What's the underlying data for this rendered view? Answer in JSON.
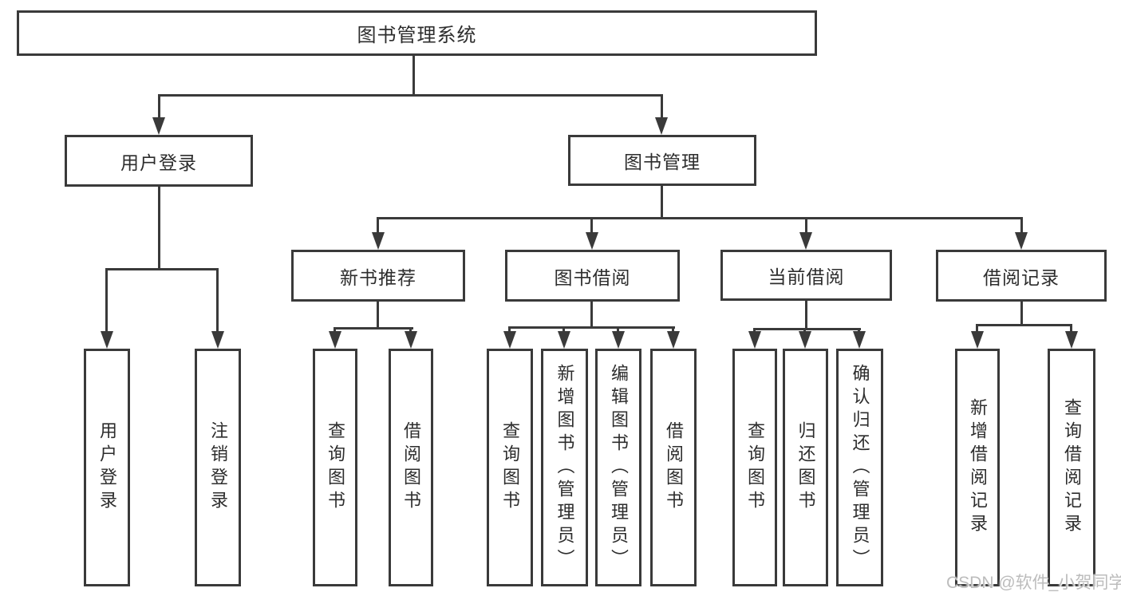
{
  "diagram": {
    "root": {
      "label": "图书管理系统"
    },
    "level2": [
      {
        "label": "用户登录"
      },
      {
        "label": "图书管理"
      }
    ],
    "level3": [
      {
        "label": "新书推荐"
      },
      {
        "label": "图书借阅"
      },
      {
        "label": "当前借阅"
      },
      {
        "label": "借阅记录"
      }
    ],
    "leaves": {
      "user_login": [
        {
          "label": "用户登录"
        },
        {
          "label": "注销登录"
        }
      ],
      "new_book_recommend": [
        {
          "label": "查询图书"
        },
        {
          "label": "借阅图书"
        }
      ],
      "book_borrow": [
        {
          "label": "查询图书"
        },
        {
          "label": "新增图书（管理员）"
        },
        {
          "label": "编辑图书（管理员）"
        },
        {
          "label": "借阅图书"
        }
      ],
      "current_borrow": [
        {
          "label": "查询图书"
        },
        {
          "label": "归还图书"
        },
        {
          "label": "确认归还（管理员）"
        }
      ],
      "borrow_record": [
        {
          "label": "新增借阅记录"
        },
        {
          "label": "查询借阅记录"
        }
      ]
    }
  },
  "watermark": {
    "text": "CSDN @软件_小贺同学"
  },
  "colors": {
    "line": "#3a3a3a",
    "text": "#2d2d2d",
    "watermark": "#bcbcbc",
    "background": "#ffffff"
  }
}
